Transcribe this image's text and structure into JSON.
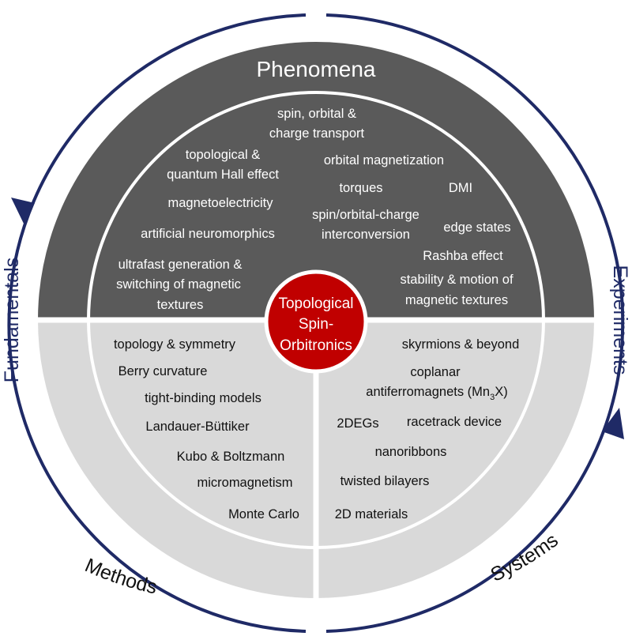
{
  "colors": {
    "phenomena_band": "#5a5a5a",
    "lower_band": "#d9d9d9",
    "ring_line": "#ffffff",
    "center_fill": "#c00000",
    "center_border": "#ffffff",
    "outer_arrow": "#1f2a66",
    "label_side": "#1f2a66",
    "text_dark_bg": "#ffffff",
    "text_light_bg": "#111111"
  },
  "center": {
    "line1": "Topological",
    "line2": "Spin-",
    "line3": "Orbitronics"
  },
  "phenomena": {
    "title": "Phenomena",
    "items": {
      "transport_1": "spin, orbital &",
      "transport_2": "charge transport",
      "hall_1": "topological &",
      "hall_2": "quantum Hall effect",
      "orbital_mag": "orbital magnetization",
      "torques": "torques",
      "dmi": "DMI",
      "magnetoelectricity": "magnetoelectricity",
      "interconv_1": "spin/orbital-charge",
      "interconv_2": "interconversion",
      "edge_states": "edge states",
      "neuromorphics": "artificial neuromorphics",
      "rashba": "Rashba effect",
      "ultrafast_1": "ultrafast generation &",
      "ultrafast_2": "switching of magnetic",
      "ultrafast_3": "textures",
      "stability_1": "stability & motion of",
      "stability_2": "magnetic textures"
    }
  },
  "methods": {
    "title": "Methods",
    "items": [
      "topology & symmetry",
      "Berry curvature",
      "tight-binding models",
      "Landauer-Büttiker",
      "Kubo & Boltzmann",
      "micromagnetism",
      "Monte Carlo"
    ]
  },
  "systems": {
    "title": "Systems",
    "items": {
      "skyrmions": "skyrmions & beyond",
      "coplanar": "coplanar",
      "afm_prefix": "antiferromagnets (Mn",
      "afm_sub": "3",
      "afm_suffix": "X)",
      "twodegs": "2DEGs",
      "racetrack": "racetrack device",
      "nanoribbons": "nanoribbons",
      "bilayers": "twisted bilayers",
      "materials": "2D materials"
    }
  },
  "side_labels": {
    "left": "Fundamentals",
    "right": "Experiments"
  }
}
